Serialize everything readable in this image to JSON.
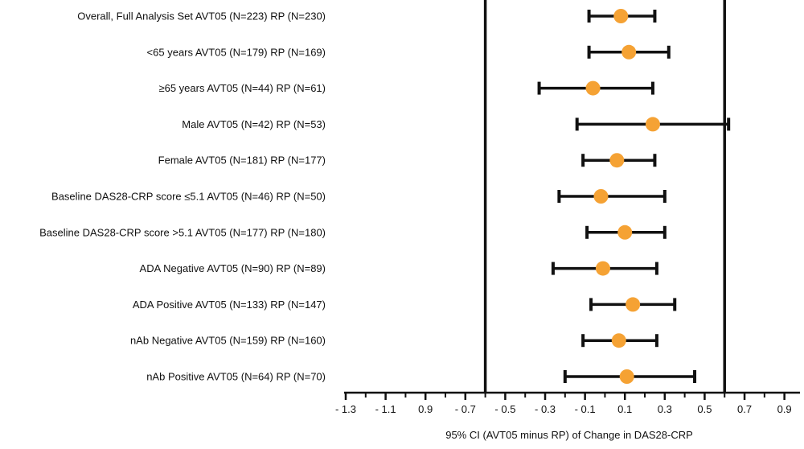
{
  "chart_data": {
    "type": "forest",
    "xlabel": "95% CI (AVT05 minus RP) of Change in DAS28-CRP",
    "x_ticks": [
      "- 1.3",
      "- 1.1",
      "0.9",
      "- 0.7",
      "- 0.5",
      "- 0.3",
      "- 0.1",
      "0.1",
      "0.3",
      "0.5",
      "0.7",
      "0.9"
    ],
    "x_tick_values": [
      -1.3,
      -1.1,
      -0.9,
      -0.7,
      -0.5,
      -0.3,
      -0.1,
      0.1,
      0.3,
      0.5,
      0.7,
      0.9
    ],
    "xlim": [
      -1.3,
      0.97
    ],
    "reference_lines": [
      -0.6,
      0.6
    ],
    "marker_color": "#f5a234",
    "line_color": "#111111",
    "rows": [
      {
        "label": "Overall, Full Analysis Set AVT05 (N=223) RP (N=230)",
        "estimate": 0.08,
        "lower": -0.08,
        "upper": 0.25
      },
      {
        "label": "<65 years AVT05 (N=179) RP (N=169)",
        "estimate": 0.12,
        "lower": -0.08,
        "upper": 0.32
      },
      {
        "label": "≥65 years AVT05 (N=44) RP (N=61)",
        "estimate": -0.06,
        "lower": -0.33,
        "upper": 0.24
      },
      {
        "label": "Male AVT05 (N=42) RP (N=53)",
        "estimate": 0.24,
        "lower": -0.14,
        "upper": 0.62
      },
      {
        "label": "Female AVT05 (N=181) RP (N=177)",
        "estimate": 0.06,
        "lower": -0.11,
        "upper": 0.25
      },
      {
        "label": "Baseline DAS28-CRP score ≤5.1 AVT05 (N=46) RP (N=50)",
        "estimate": -0.02,
        "lower": -0.23,
        "upper": 0.3
      },
      {
        "label": "Baseline DAS28-CRP score >5.1 AVT05 (N=177) RP (N=180)",
        "estimate": 0.1,
        "lower": -0.09,
        "upper": 0.3
      },
      {
        "label": "ADA Negative AVT05 (N=90) RP (N=89)",
        "estimate": -0.01,
        "lower": -0.26,
        "upper": 0.26
      },
      {
        "label": "ADA Positive AVT05 (N=133) RP (N=147)",
        "estimate": 0.14,
        "lower": -0.07,
        "upper": 0.35
      },
      {
        "label": "nAb Negative AVT05 (N=159) RP (N=160)",
        "estimate": 0.07,
        "lower": -0.11,
        "upper": 0.26
      },
      {
        "label": "nAb Positive AVT05 (N=64) RP (N=70)",
        "estimate": 0.11,
        "lower": -0.2,
        "upper": 0.45
      }
    ]
  }
}
